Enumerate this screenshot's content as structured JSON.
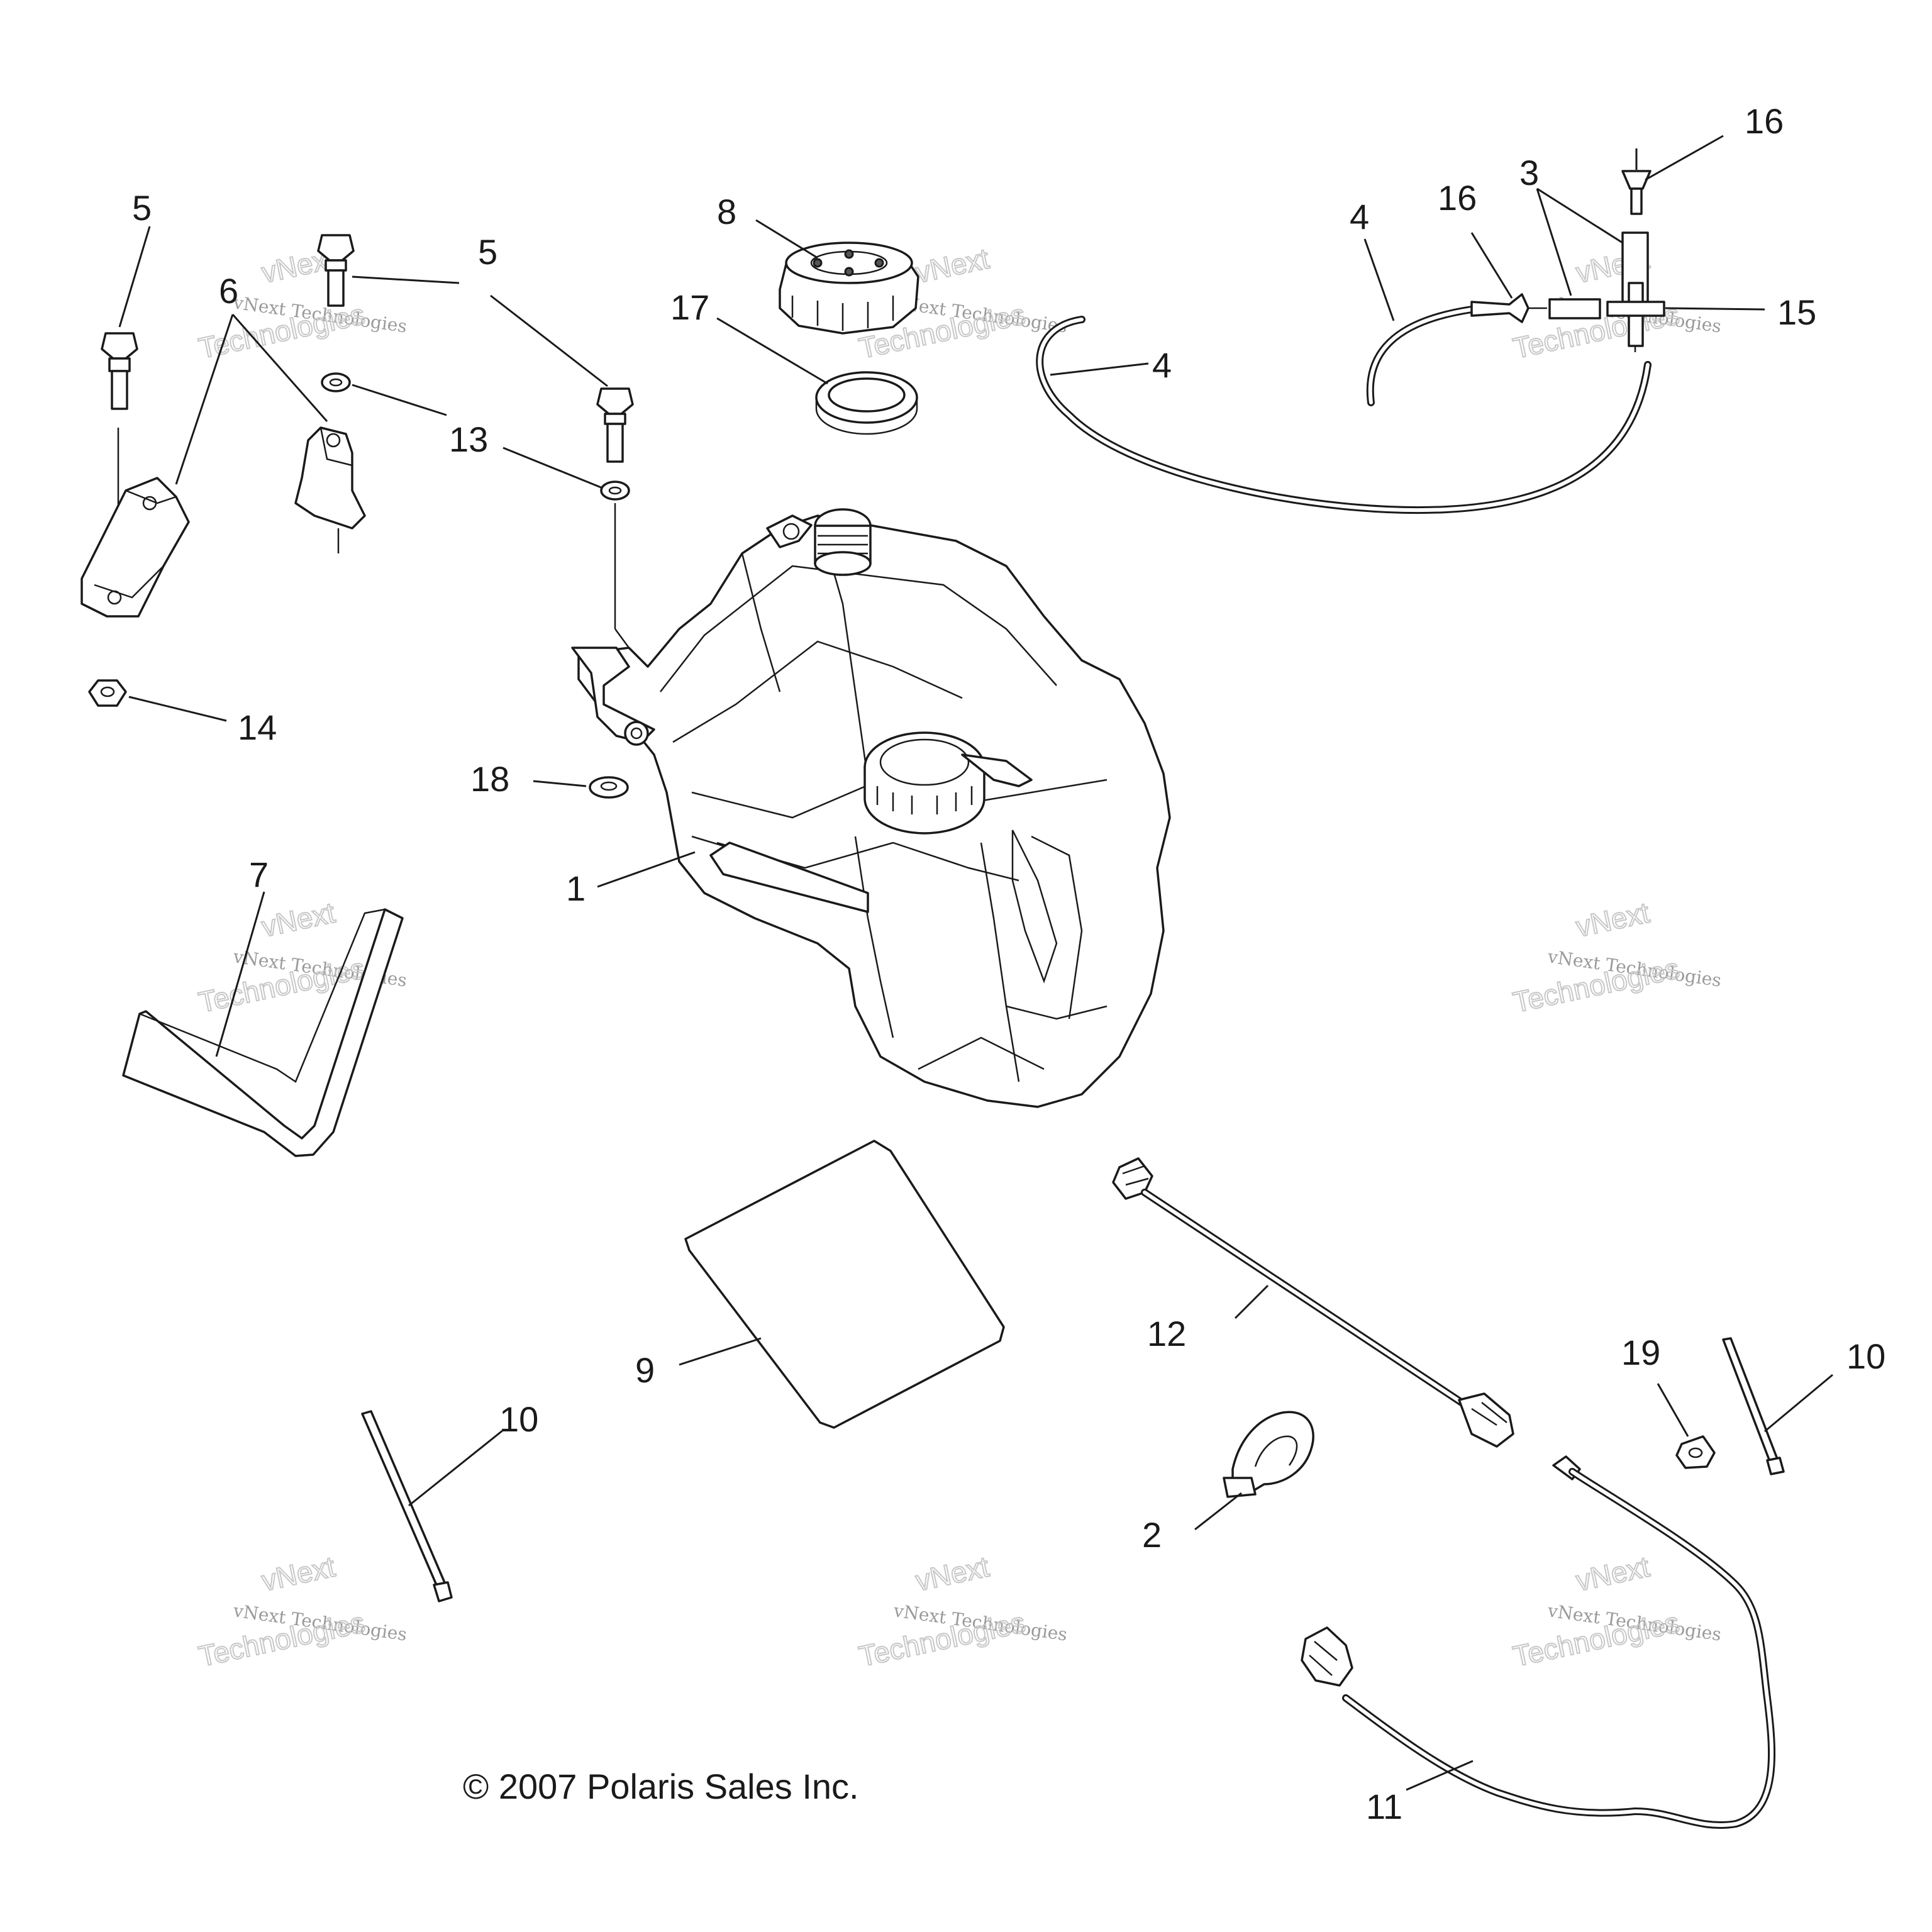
{
  "copyright": "© 2007 Polaris Sales Inc.",
  "watermark": {
    "line1": "vNext Technologies",
    "line2": "vNext",
    "line3": "Technologies"
  },
  "labels": {
    "l5a": "5",
    "l5b": "5",
    "l6": "6",
    "l8": "8",
    "l17": "17",
    "l4a": "4",
    "l4b": "4",
    "l16a": "16",
    "l16b": "16",
    "l3": "3",
    "l15": "15",
    "l13": "13",
    "l14": "14",
    "l18": "18",
    "l1": "1",
    "l7": "7",
    "l12": "12",
    "l9": "9",
    "l19": "19",
    "l10a": "10",
    "l10b": "10",
    "l2": "2",
    "l11": "11"
  }
}
